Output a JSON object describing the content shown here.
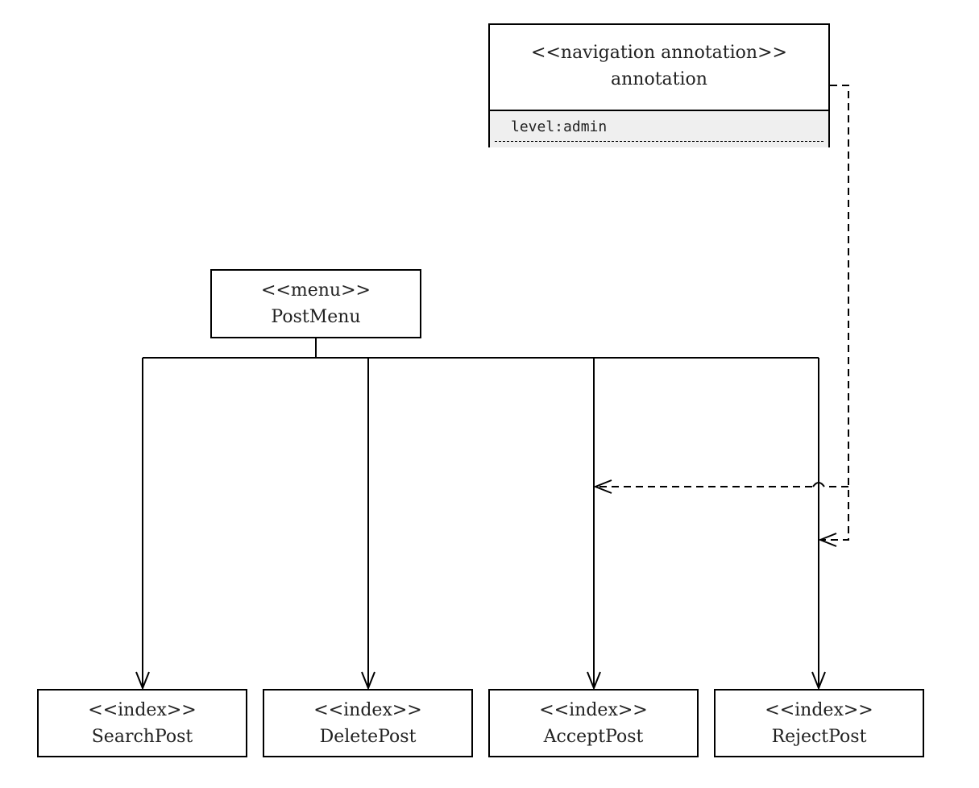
{
  "annotation": {
    "stereotype": "<<navigation annotation>>",
    "name": "annotation",
    "attribute": "level:admin"
  },
  "menu": {
    "stereotype": "<<menu>>",
    "name": "PostMenu"
  },
  "indexes": [
    {
      "stereotype": "<<index>>",
      "name": "SearchPost"
    },
    {
      "stereotype": "<<index>>",
      "name": "DeletePost"
    },
    {
      "stereotype": "<<index>>",
      "name": "AcceptPost"
    },
    {
      "stereotype": "<<index>>",
      "name": "RejectPost"
    }
  ]
}
